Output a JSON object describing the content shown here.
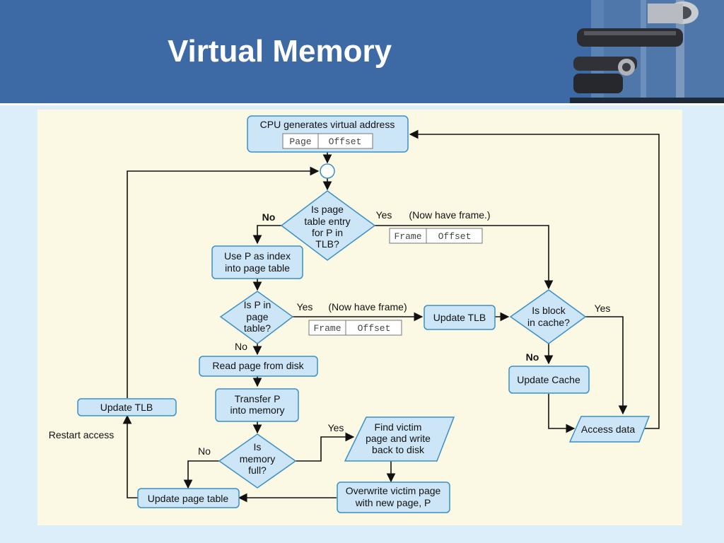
{
  "slide": {
    "title": "Virtual Memory"
  },
  "flowchart": {
    "start_box": "CPU generates virtual address",
    "va_fields": [
      "Page",
      "Offset"
    ],
    "decision_tlb": [
      "Is page",
      "table entry",
      "for P in",
      "TLB?"
    ],
    "tlb_no": "No",
    "tlb_yes": "Yes",
    "tlb_yes_note": "(Now have frame.)",
    "pa_fields_1": [
      "Frame",
      "Offset"
    ],
    "use_p_index": [
      "Use P as index",
      "into page table"
    ],
    "decision_pt": [
      "Is P in",
      "page",
      "table?"
    ],
    "pt_yes": "Yes",
    "pt_yes_note": "(Now have frame)",
    "pa_fields_2": [
      "Frame",
      "Offset"
    ],
    "update_tlb_right": "Update TLB",
    "decision_cache": [
      "Is block",
      "in cache?"
    ],
    "cache_yes": "Yes",
    "cache_no": "No",
    "update_cache": "Update Cache",
    "access_data": "Access data",
    "pt_no": "No",
    "read_disk": "Read page from disk",
    "transfer_p": [
      "Transfer P",
      "into memory"
    ],
    "decision_mem": [
      "Is",
      "memory",
      "full?"
    ],
    "mem_yes": "Yes",
    "mem_no": "No",
    "find_victim": [
      "Find victim",
      "page and write",
      "back to disk"
    ],
    "overwrite_victim": [
      "Overwrite victim page",
      "with new page, P"
    ],
    "update_page_table": "Update page table",
    "update_tlb_left": "Update TLB",
    "restart_access": "Restart access"
  },
  "colors": {
    "header": "#3d6aa5",
    "background": "#dbeef9",
    "panel": "#fbf9e4",
    "node_fill": "#cde6f7",
    "node_stroke": "#3b8fc5"
  }
}
